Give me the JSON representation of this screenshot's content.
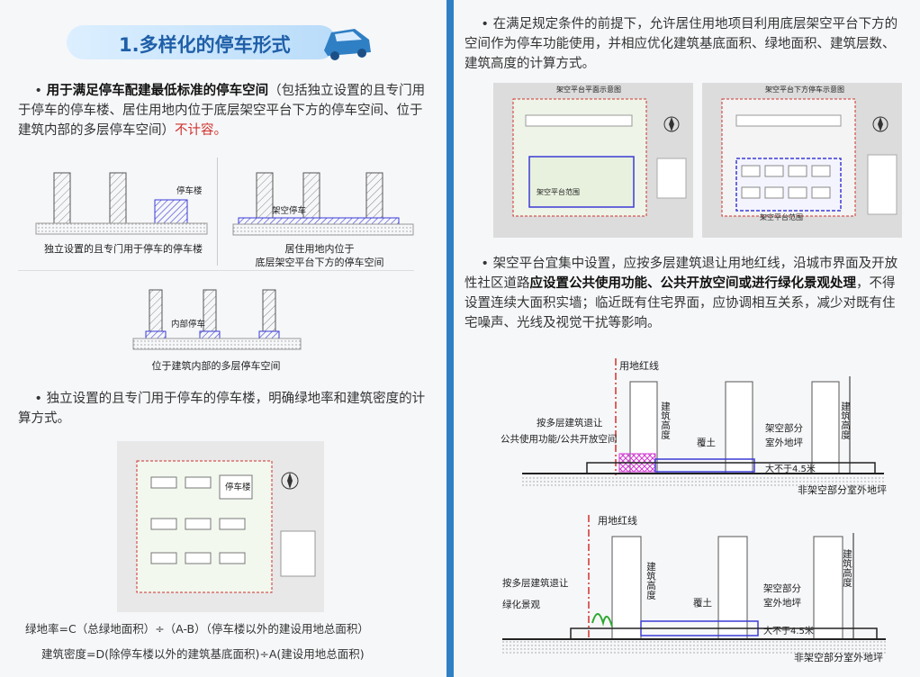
{
  "left": {
    "title": "1.多样化的停车形式",
    "p1_bold": "用于满足停车配建最低标准的停车空间",
    "p1_text": "（包括独立设置的且专门用于停车的停车楼、居住用地内位于底层架空平台下方的停车空间、位于建筑内部的多层停车空间）",
    "p1_red": "不计容。",
    "diag1_label": "停车楼",
    "diag1_caption": "独立设置的且专门用于停车的停车楼",
    "diag2_label": "架空停车",
    "diag2_caption_1": "居住用地内位于",
    "diag2_caption_2": "底层架空平台下方的停车空间",
    "diag3_label": "内部停车",
    "diag3_caption": "位于建筑内部的多层停车空间",
    "p2": "独立设置的且专门用于停车的停车楼，明确绿地率和建筑密度的计算方式。",
    "plan_label": "停车楼",
    "formula1": "绿地率=C（总绿地面积）÷（A-B）（停车楼以外的建设用地总面积）",
    "formula2": "建筑密度=D(除停车楼以外的建筑基底面积)÷A(建设用地总面积)"
  },
  "right": {
    "p1": "在满足规定条件的前提下，允许居住用地项目利用底层架空平台下方的空间作为停车功能使用，并相应优化建筑基底面积、绿地面积、建筑层数、建筑高度的计算方式。",
    "plan1_title": "架空平台平面示意图",
    "plan1_label": "架空平台范围",
    "plan2_title": "架空平台下方停车示意图",
    "plan2_label": "架空平台范围",
    "p2_a": "架空平台宜集中设置，应按多层建筑退让用地红线，沿城市界面及开放性社区道路",
    "p2_bold": "应设置公共使用功能、公共开放空间或进行绿化景观处理",
    "p2_b": "，不得设置连续大面积实墙；临近既有住宅界面，应协调相互关系，减少对既有住宅噪声、光线及视觉干扰等影响。",
    "s1_redline": "用地红线",
    "s1_setback_1": "按多层建筑退让",
    "s1_setback_2": "公共使用功能/公共开放空间",
    "s1_height_a": "建筑高度",
    "s1_height_b": "建筑高度",
    "s1_soil": "覆土",
    "s1_platform_1": "架空部分",
    "s1_platform_2": "室外地坪",
    "s1_limit": "大不于4.5米",
    "s1_ground": "非架空部分室外地坪",
    "s2_redline": "用地红线",
    "s2_setback_1": "按多层建筑退让",
    "s2_setback_2": "绿化景观",
    "s2_height_a": "建筑高度",
    "s2_height_b": "建筑高度",
    "s2_soil": "覆土",
    "s2_platform_1": "架空部分",
    "s2_platform_2": "室外地坪",
    "s2_limit": "大不于4.5米",
    "s2_ground": "非架空部分室外地坪"
  },
  "colors": {
    "accent": "#2f7fc4",
    "title": "#1f5fa8",
    "red": "#d0312d",
    "hatch_blue": "#3b3bd6",
    "green": "#2ea82e",
    "magenta": "#d13ad1"
  }
}
